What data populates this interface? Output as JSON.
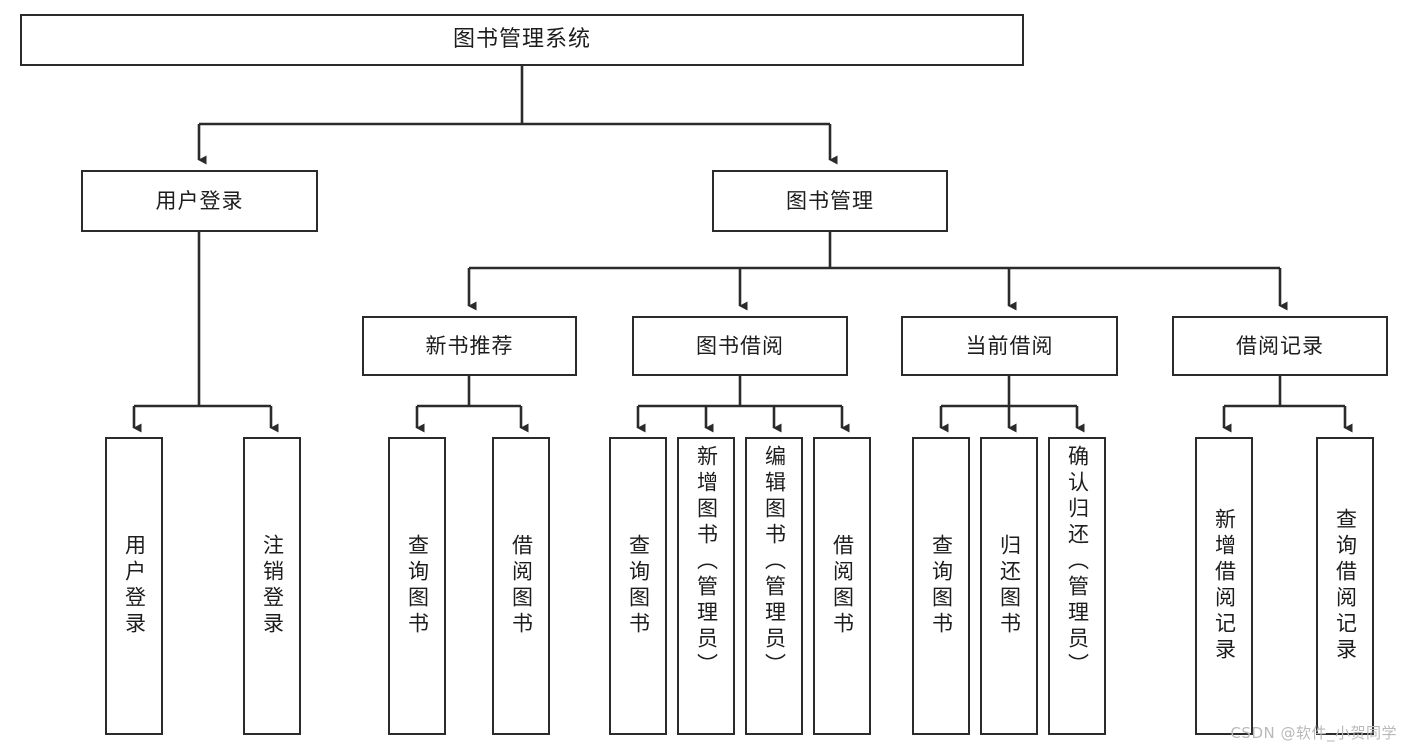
{
  "diagram": {
    "type": "tree-hierarchy-chart",
    "title_text": "图书管理系统",
    "stroke_color": "#2b2b2b",
    "fill_color": "#ffffff",
    "text_color": "#1d1d1d",
    "watermark": "CSDN @软件_小贺同学",
    "watermark_color": "#b9b9b9"
  },
  "nodes": {
    "root": {
      "label": "图书管理系统"
    },
    "level2": [
      {
        "label": "用户登录"
      },
      {
        "label": "图书管理"
      }
    ],
    "level3": [
      {
        "label": "新书推荐"
      },
      {
        "label": "图书借阅"
      },
      {
        "label": "当前借阅"
      },
      {
        "label": "借阅记录"
      }
    ],
    "leaves": {
      "user_login": [
        {
          "label": "用户登录"
        },
        {
          "label": "注销登录"
        }
      ],
      "new_book_recommend": [
        {
          "label": "查询图书"
        },
        {
          "label": "借阅图书"
        }
      ],
      "book_borrow": [
        {
          "label": "查询图书"
        },
        {
          "label": "新增图书（管理员）"
        },
        {
          "label": "编辑图书（管理员）"
        },
        {
          "label": "借阅图书"
        }
      ],
      "current_borrow": [
        {
          "label": "查询图书"
        },
        {
          "label": "归还图书"
        },
        {
          "label": "确认归还（管理员）"
        }
      ],
      "borrow_record": [
        {
          "label": "新增借阅记录"
        },
        {
          "label": "查询借阅记录"
        }
      ]
    }
  }
}
